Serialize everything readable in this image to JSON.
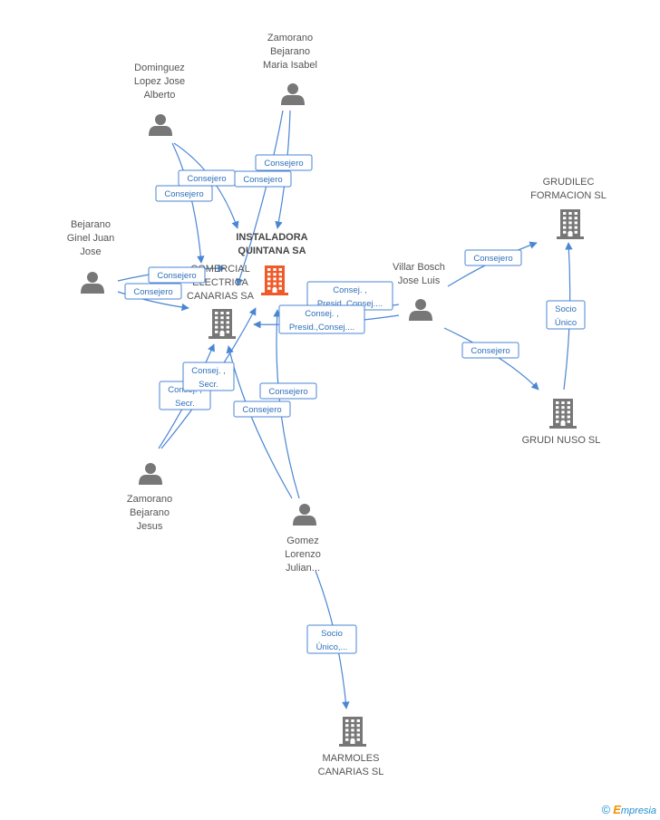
{
  "nodes": {
    "zamorano_maria": {
      "type": "person",
      "lines": [
        "Zamorano",
        "Bejarano",
        "Maria Isabel"
      ]
    },
    "dominguez": {
      "type": "person",
      "lines": [
        "Dominguez",
        "Lopez Jose",
        "Alberto"
      ]
    },
    "bejarano_ginel": {
      "type": "person",
      "lines": [
        "Bejarano",
        "Ginel Juan",
        "Jose"
      ]
    },
    "villar": {
      "type": "person",
      "lines": [
        "Villar Bosch",
        "Jose Luis"
      ]
    },
    "zamorano_jesus": {
      "type": "person",
      "lines": [
        "Zamorano",
        "Bejarano",
        "Jesus"
      ]
    },
    "gomez": {
      "type": "person",
      "lines": [
        "Gomez",
        "Lorenzo",
        "Julian..."
      ]
    },
    "instaladora": {
      "type": "company",
      "focus": true,
      "color": "#f05a28",
      "lines": [
        "INSTALADORA",
        "QUINTANA SA"
      ]
    },
    "comercial": {
      "type": "company",
      "lines": [
        "COMERCIAL",
        "ELECTRICA",
        "CANARIAS SA"
      ]
    },
    "grudilec": {
      "type": "company",
      "lines": [
        "GRUDILEC",
        "FORMACION SL"
      ]
    },
    "grudi_nuso": {
      "type": "company",
      "lines": [
        "GRUDI NUSO SL"
      ]
    },
    "marmoles": {
      "type": "company",
      "lines": [
        "MARMOLES",
        "CANARIAS SL"
      ]
    }
  },
  "edge_labels": {
    "e1": [
      "Consejero"
    ],
    "e2": [
      "Consejero"
    ],
    "e3": [
      "Consejero"
    ],
    "e4": [
      "Consejero"
    ],
    "e5": [
      "Consejero"
    ],
    "e6": [
      "Consejero"
    ],
    "e7": [
      "Consej. ,",
      "Presid.,Consej...."
    ],
    "e8": [
      "Consej. ,",
      "Presid.,Consej...."
    ],
    "e9": [
      "Consejero"
    ],
    "e10": [
      "Consejero"
    ],
    "e11": [
      "Socio",
      "Único"
    ],
    "e12": [
      "Consej. ,",
      "Secr."
    ],
    "e13": [
      "Consej. ,",
      "Secr."
    ],
    "e14": [
      "Consejero"
    ],
    "e15": [
      "Consejero"
    ],
    "e16": [
      "Socio",
      "Único,..."
    ]
  },
  "colors": {
    "edge": "#4a86d4",
    "person_icon": "#777777",
    "company_icon": "#777777",
    "focus_company": "#f05a28"
  },
  "footer": {
    "copyright": "©",
    "brand_initial": "E",
    "brand_rest": "mpresia"
  }
}
